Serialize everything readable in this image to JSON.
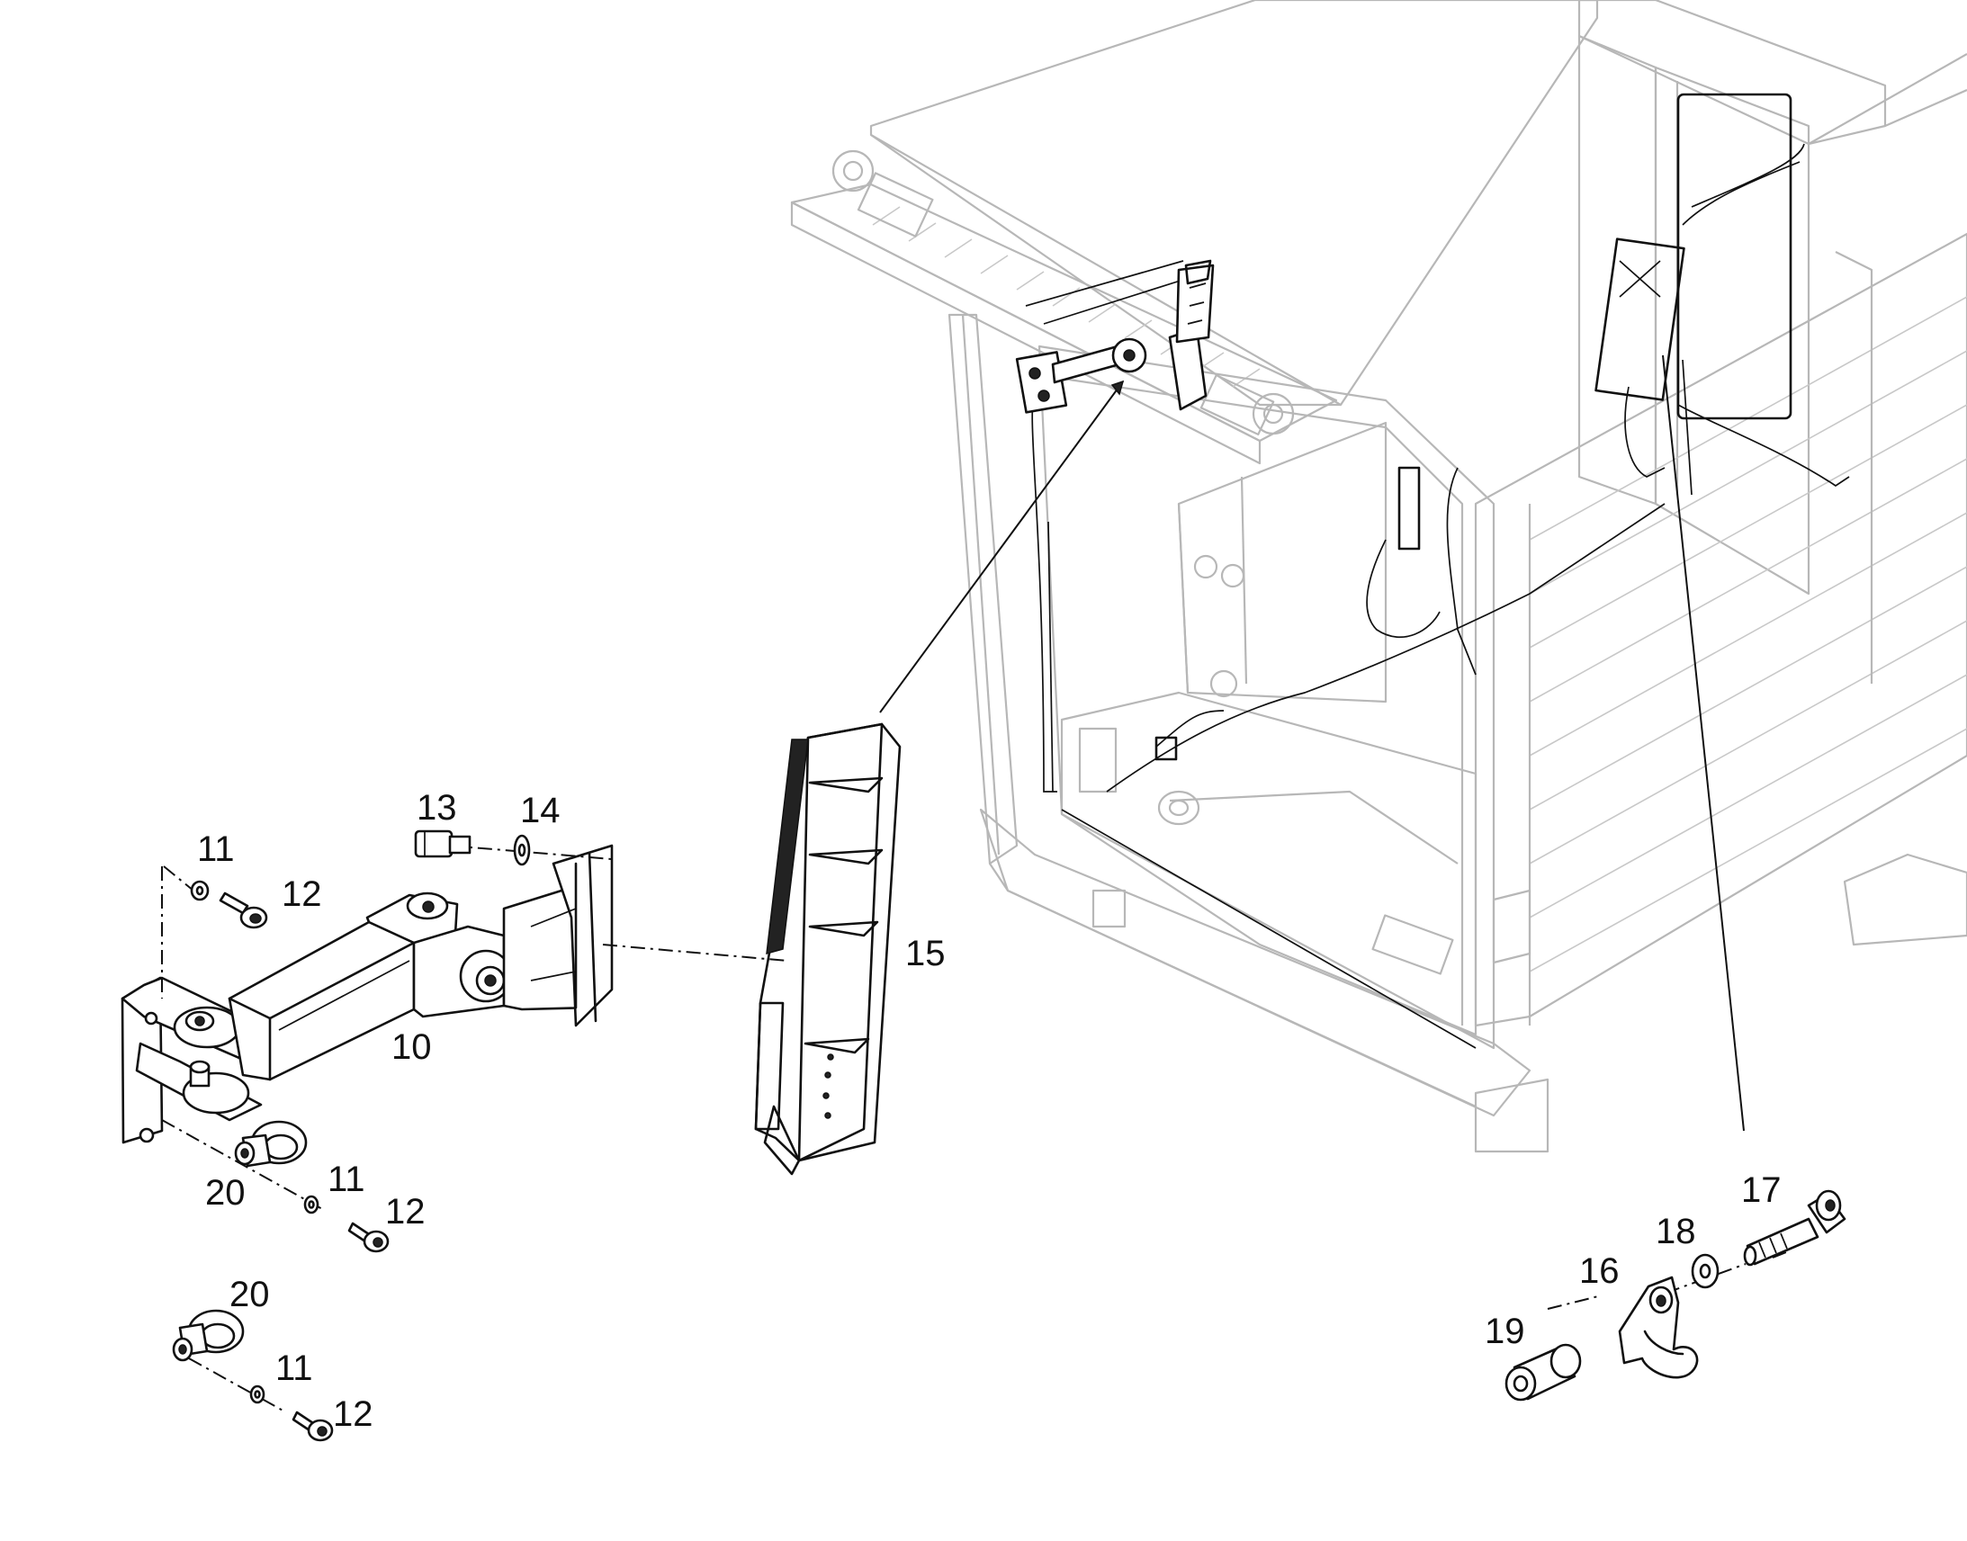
{
  "callouts": {
    "c10": "10",
    "c11a": "11",
    "c11b": "11",
    "c11c": "11",
    "c12a": "12",
    "c12b": "12",
    "c12c": "12",
    "c13": "13",
    "c14": "14",
    "c15": "15",
    "c16": "16",
    "c17": "17",
    "c18": "18",
    "c19": "19",
    "c20a": "20",
    "c20b": "20"
  }
}
